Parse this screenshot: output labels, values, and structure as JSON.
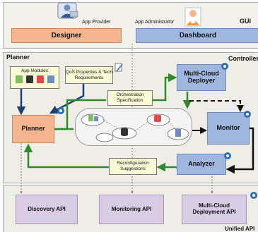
{
  "gui": {
    "label": "GUI",
    "provider_label": "App Provider",
    "administrator_label": "App Administrator",
    "designer": "Designer",
    "dashboard": "Dashboard"
  },
  "planner_section": {
    "label": "Planner",
    "controller_label": "Controller",
    "app_modules": "App Modules",
    "qos": "QoS Properties & Tech Requirements",
    "planner": "Planner",
    "orchestration": "Orchestration Specification",
    "deployer": "Multi-Cloud Deployer",
    "monitor": "Monitor",
    "analyzer": "Analyzer",
    "reconfiguration": "Reconfiguration Suggestions"
  },
  "api_section": {
    "label": "Unified API",
    "discovery": "Discovery API",
    "monitoring": "Monitoring API",
    "deployment": "Multi-Cloud Deployment API"
  },
  "colors": {
    "orange_box": "#f5b58e",
    "blue_box": "#9fb7df",
    "api_box": "#d9cce5",
    "note": "#fcfbd6",
    "blue_arrow": "#1f3f73",
    "green_arrow": "#2f8a2a",
    "black_arrow": "#111111"
  },
  "icons": [
    "person-provider-icon",
    "person-administrator-icon",
    "gear-icon",
    "cloud-icon",
    "database-icon",
    "pdf-icon",
    "chart-icon",
    "document-icon"
  ]
}
